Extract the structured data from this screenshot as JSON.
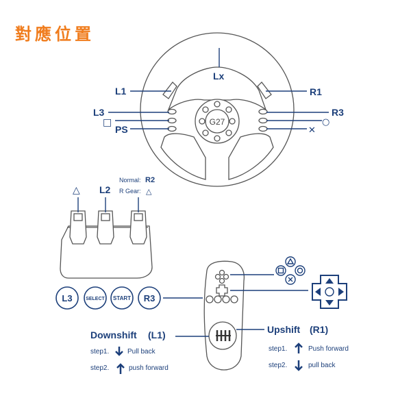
{
  "title": "對應位置",
  "colors": {
    "title": "#f07d1e",
    "labels": "#1c3f7a",
    "outline": "#555555"
  },
  "wheel": {
    "brand": "G27",
    "labels": {
      "lx": "Lx",
      "l1": "L1",
      "r1": "R1",
      "l3": "L3",
      "r3": "R3",
      "ps": "PS"
    },
    "symbols": {
      "left": "□",
      "right_circle": "○",
      "right_cross": "✕"
    }
  },
  "pedals": {
    "left_symbol": "△",
    "middle": "L2",
    "right_normal_label": "Normal:",
    "right_normal_value": "R2",
    "right_rgear_label": "R Gear:",
    "right_rgear_symbol": "△"
  },
  "shifter": {
    "buttons": [
      "L3",
      "SELECT",
      "START",
      "R3"
    ],
    "downshift": {
      "title": "Downshift",
      "key": "(L1)",
      "step1_label": "step1.",
      "step1_text": "Pull back",
      "step2_label": "step2.",
      "step2_text": "push forward"
    },
    "upshift": {
      "title": "Upshift",
      "key": "(R1)",
      "step1_label": "step1.",
      "step1_text": "Push forward",
      "step2_label": "step2.",
      "step2_text": "pull back"
    }
  }
}
